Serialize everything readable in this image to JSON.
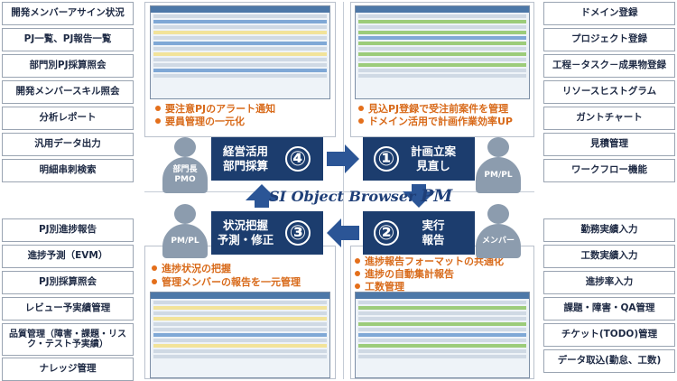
{
  "left_top": [
    "開発メンバーアサイン状況",
    "PJ一覧、PJ報告一覧",
    "部門別PJ採算照会",
    "開発メンバースキル照会",
    "分析レポート",
    "汎用データ出力",
    "明細串刺検索"
  ],
  "left_bottom": [
    "PJ別進捗報告",
    "進捗予測（EVM）",
    "PJ別採算照会",
    "レビュー予実績管理",
    "品質管理（障害・課題・リスク・テスト予実績）",
    "ナレッジ管理"
  ],
  "right_top": [
    "ドメイン登録",
    "プロジェクト登録",
    "工程－タスク－成果物登録",
    "リソースヒストグラム",
    "ガントチャート",
    "見積管理",
    "ワークフロー機能"
  ],
  "right_bottom": [
    "勤務実績入力",
    "工数実績入力",
    "進捗率入力",
    "課題・障害・QA管理",
    "チケット(TODO)管理",
    "データ取込(勤怠、工数)"
  ],
  "bullets_tl": [
    "要注意PJのアラート通知",
    "要員管理の一元化"
  ],
  "bullets_tr": [
    "見込PJ登録で受注前案件を管理",
    "ドメイン活用で計画作業効率UP"
  ],
  "bullets_bl": [
    "進捗状況の把握",
    "管理メンバーの報告を一元管理"
  ],
  "bullets_br": [
    "進捗報告フォーマットの共通化",
    "進捗の自動集計報告",
    "工数管理"
  ],
  "phases": {
    "p4": {
      "line1": "経営活用",
      "line2": "部門採算",
      "num": "④"
    },
    "p1": {
      "line1": "計画立案",
      "line2": "見直し",
      "num": "①"
    },
    "p3": {
      "line1": "状況把握",
      "line2": "予測・修正",
      "num": "③"
    },
    "p2": {
      "line1": "実行",
      "line2": "報告",
      "num": "②"
    }
  },
  "people": {
    "pmo": "部門長 PMO",
    "pmpl_right": "PM/PL",
    "pmpl_left": "PM/PL",
    "member": "メンバー"
  },
  "logo": {
    "main": "SI Object Browser",
    "suffix": "PM"
  },
  "colors": {
    "navy": "#1c3d6e",
    "orange": "#e46f1b",
    "arrow": "#2b5596"
  }
}
